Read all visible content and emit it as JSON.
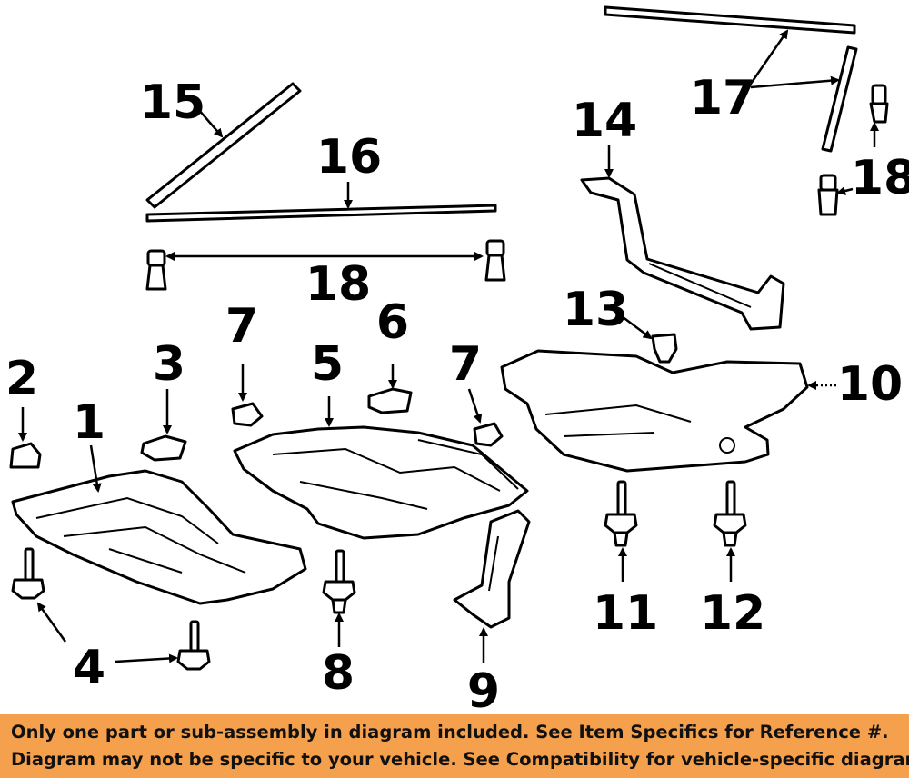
{
  "callouts": {
    "c1": "1",
    "c2": "2",
    "c3": "3",
    "c4": "4",
    "c5": "5",
    "c6": "6",
    "c7a": "7",
    "c7b": "7",
    "c8": "8",
    "c9": "9",
    "c10": "10",
    "c11": "11",
    "c12": "12",
    "c13": "13",
    "c14": "14",
    "c15": "15",
    "c16": "16",
    "c17": "17",
    "c18a": "18",
    "c18b": "18"
  },
  "banner": {
    "line1": "Only one part or sub-assembly in diagram included. See Item Specifics for Reference #.",
    "line2": "Diagram may not be specific to your vehicle. See Compatibility for vehicle-specific diagrams."
  },
  "colors": {
    "banner_bg": "#f5a04c",
    "ink": "#000000",
    "paper": "#ffffff"
  }
}
